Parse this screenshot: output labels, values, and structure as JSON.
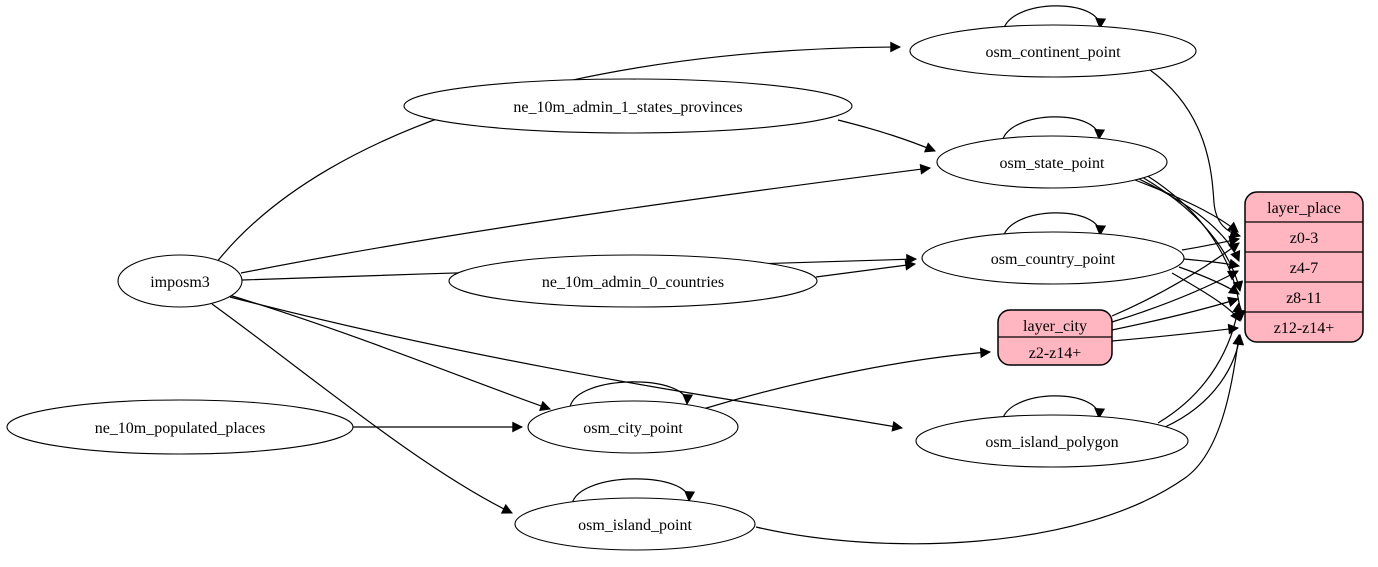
{
  "graph": {
    "kind": "etl-dataflow-diagram",
    "background": "#ffffff"
  },
  "colors": {
    "record_fill": "#ffb6c1",
    "node_fill": "#ffffff",
    "stroke": "#000000",
    "text": "#000000"
  },
  "nodes": {
    "imposm3": {
      "label": "imposm3",
      "shape": "ellipse"
    },
    "ne_10m_admin_1_states_provinces": {
      "label": "ne_10m_admin_1_states_provinces",
      "shape": "ellipse"
    },
    "ne_10m_admin_0_countries": {
      "label": "ne_10m_admin_0_countries",
      "shape": "ellipse"
    },
    "ne_10m_populated_places": {
      "label": "ne_10m_populated_places",
      "shape": "ellipse"
    },
    "osm_continent_point": {
      "label": "osm_continent_point",
      "shape": "ellipse"
    },
    "osm_state_point": {
      "label": "osm_state_point",
      "shape": "ellipse"
    },
    "osm_country_point": {
      "label": "osm_country_point",
      "shape": "ellipse"
    },
    "osm_city_point": {
      "label": "osm_city_point",
      "shape": "ellipse"
    },
    "osm_island_polygon": {
      "label": "osm_island_polygon",
      "shape": "ellipse"
    },
    "osm_island_point": {
      "label": "osm_island_point",
      "shape": "ellipse"
    },
    "layer_city": {
      "title": "layer_city",
      "rows": [
        "z2-z14+"
      ],
      "shape": "record"
    },
    "layer_place": {
      "title": "layer_place",
      "rows": [
        "z0-3",
        "z4-7",
        "z8-11",
        "z12-z14+"
      ],
      "shape": "record"
    }
  },
  "edges": [
    {
      "from": "imposm3",
      "to": "osm_continent_point"
    },
    {
      "from": "imposm3",
      "to": "osm_state_point"
    },
    {
      "from": "imposm3",
      "to": "osm_country_point"
    },
    {
      "from": "imposm3",
      "to": "osm_city_point"
    },
    {
      "from": "imposm3",
      "to": "osm_island_polygon"
    },
    {
      "from": "imposm3",
      "to": "osm_island_point"
    },
    {
      "from": "ne_10m_admin_1_states_provinces",
      "to": "osm_state_point"
    },
    {
      "from": "ne_10m_admin_0_countries",
      "to": "osm_country_point"
    },
    {
      "from": "ne_10m_populated_places",
      "to": "osm_city_point"
    },
    {
      "from": "osm_continent_point",
      "to": "osm_continent_point"
    },
    {
      "from": "osm_state_point",
      "to": "osm_state_point"
    },
    {
      "from": "osm_country_point",
      "to": "osm_country_point"
    },
    {
      "from": "osm_city_point",
      "to": "osm_city_point"
    },
    {
      "from": "osm_island_polygon",
      "to": "osm_island_polygon"
    },
    {
      "from": "osm_island_point",
      "to": "osm_island_point"
    },
    {
      "from": "osm_continent_point",
      "to": "layer_place:z0-3"
    },
    {
      "from": "osm_state_point",
      "to": "layer_place:z0-3"
    },
    {
      "from": "osm_state_point",
      "to": "layer_place:z4-7"
    },
    {
      "from": "osm_state_point",
      "to": "layer_place:z8-11"
    },
    {
      "from": "osm_state_point",
      "to": "layer_place:z12-z14+"
    },
    {
      "from": "osm_country_point",
      "to": "layer_place:z0-3"
    },
    {
      "from": "osm_country_point",
      "to": "layer_place:z4-7"
    },
    {
      "from": "osm_country_point",
      "to": "layer_place:z8-11"
    },
    {
      "from": "osm_country_point",
      "to": "layer_place:z12-z14+"
    },
    {
      "from": "osm_city_point",
      "to": "layer_city:z2-z14+"
    },
    {
      "from": "layer_city",
      "to": "layer_place:z0-3"
    },
    {
      "from": "layer_city",
      "to": "layer_place:z4-7"
    },
    {
      "from": "layer_city",
      "to": "layer_place:z8-11"
    },
    {
      "from": "layer_city",
      "to": "layer_place:z12-z14+"
    },
    {
      "from": "osm_island_polygon",
      "to": "layer_place:z8-11"
    },
    {
      "from": "osm_island_polygon",
      "to": "layer_place:z12-z14+"
    },
    {
      "from": "osm_island_point",
      "to": "layer_place:z12-z14+"
    }
  ]
}
